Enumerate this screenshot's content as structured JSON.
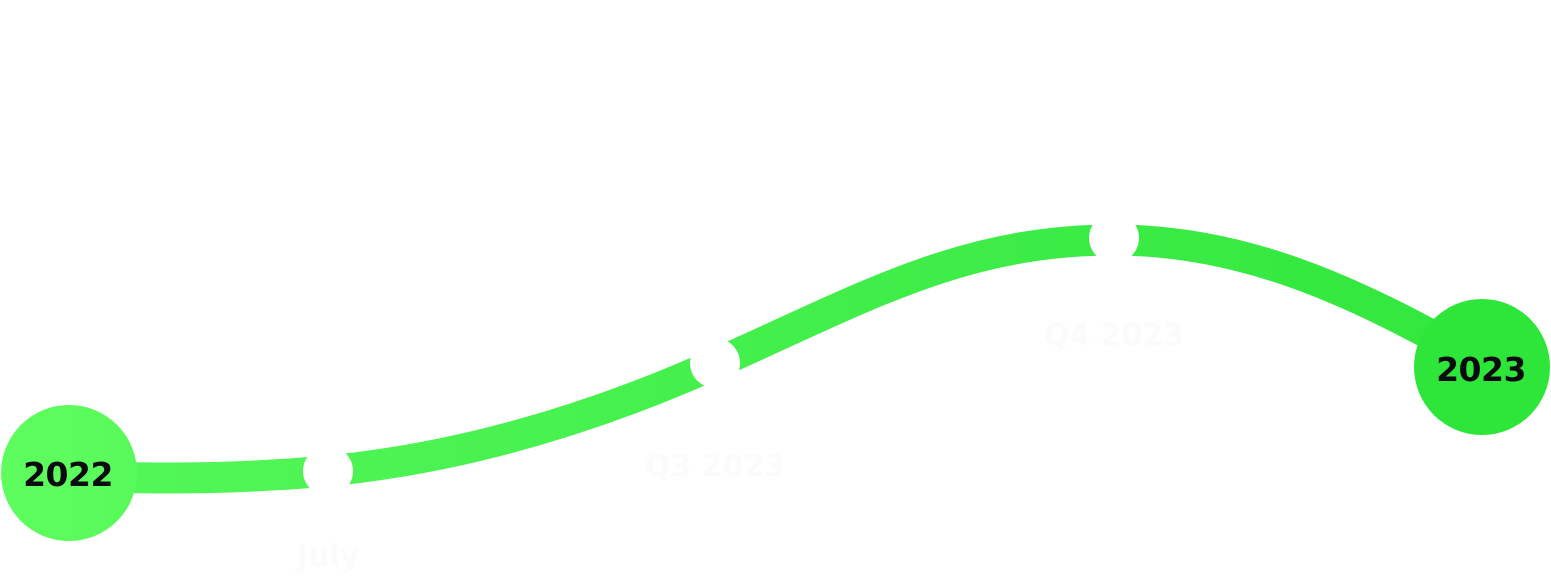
{
  "timeline": {
    "start": {
      "label": "2022",
      "color": "#5cfc5c"
    },
    "end": {
      "label": "2023",
      "color": "#2ee63a"
    },
    "path_gradient": {
      "from": "#55f85a",
      "to": "#30e63c"
    },
    "milestone_dot_color": "#ffffff",
    "milestone_label_color": "#fbfbfb",
    "milestones": [
      {
        "label": "July"
      },
      {
        "label": "Q3 2023"
      },
      {
        "label": "Q4 2023"
      }
    ]
  }
}
